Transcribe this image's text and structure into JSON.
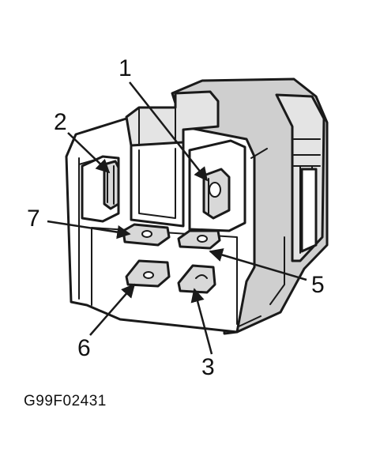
{
  "callouts": [
    {
      "id": "1",
      "text": "1"
    },
    {
      "id": "2",
      "text": "2"
    },
    {
      "id": "3",
      "text": "3"
    },
    {
      "id": "5",
      "text": "5"
    },
    {
      "id": "6",
      "text": "6"
    },
    {
      "id": "7",
      "text": "7"
    }
  ],
  "figure_id": "G99F02431"
}
